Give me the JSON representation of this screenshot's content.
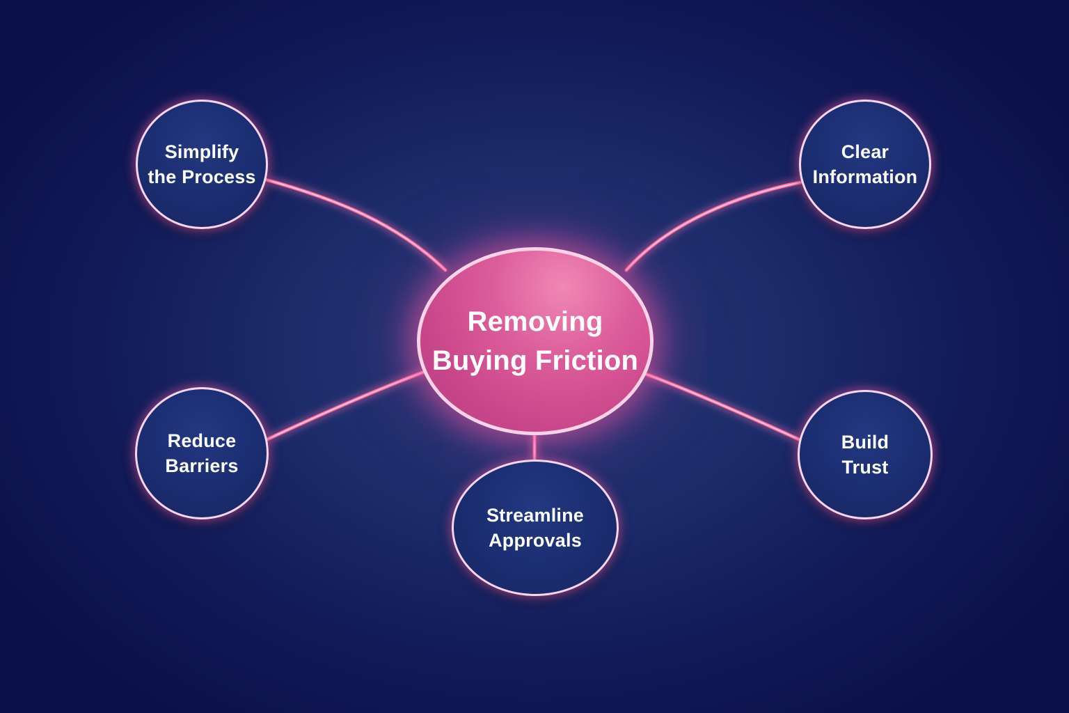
{
  "diagram": {
    "type": "mind-map",
    "colors": {
      "background": "#121a58",
      "node_fill": "#1b2c6f",
      "node_border": "#f6d6ef",
      "center_fill": "#d4559a",
      "connector": "#ff6fa8"
    },
    "center": {
      "lines": [
        "Removing",
        "Buying Friction"
      ]
    },
    "nodes": [
      {
        "id": "simplify",
        "lines": [
          "Simplify",
          "the Process"
        ]
      },
      {
        "id": "clear-information",
        "lines": [
          "Clear",
          "Information"
        ]
      },
      {
        "id": "reduce-barriers",
        "lines": [
          "Reduce",
          "Barriers"
        ]
      },
      {
        "id": "streamline-approvals",
        "lines": [
          "Streamline",
          "Approvals"
        ]
      },
      {
        "id": "build-trust",
        "lines": [
          "Build",
          "Trust"
        ]
      }
    ]
  }
}
